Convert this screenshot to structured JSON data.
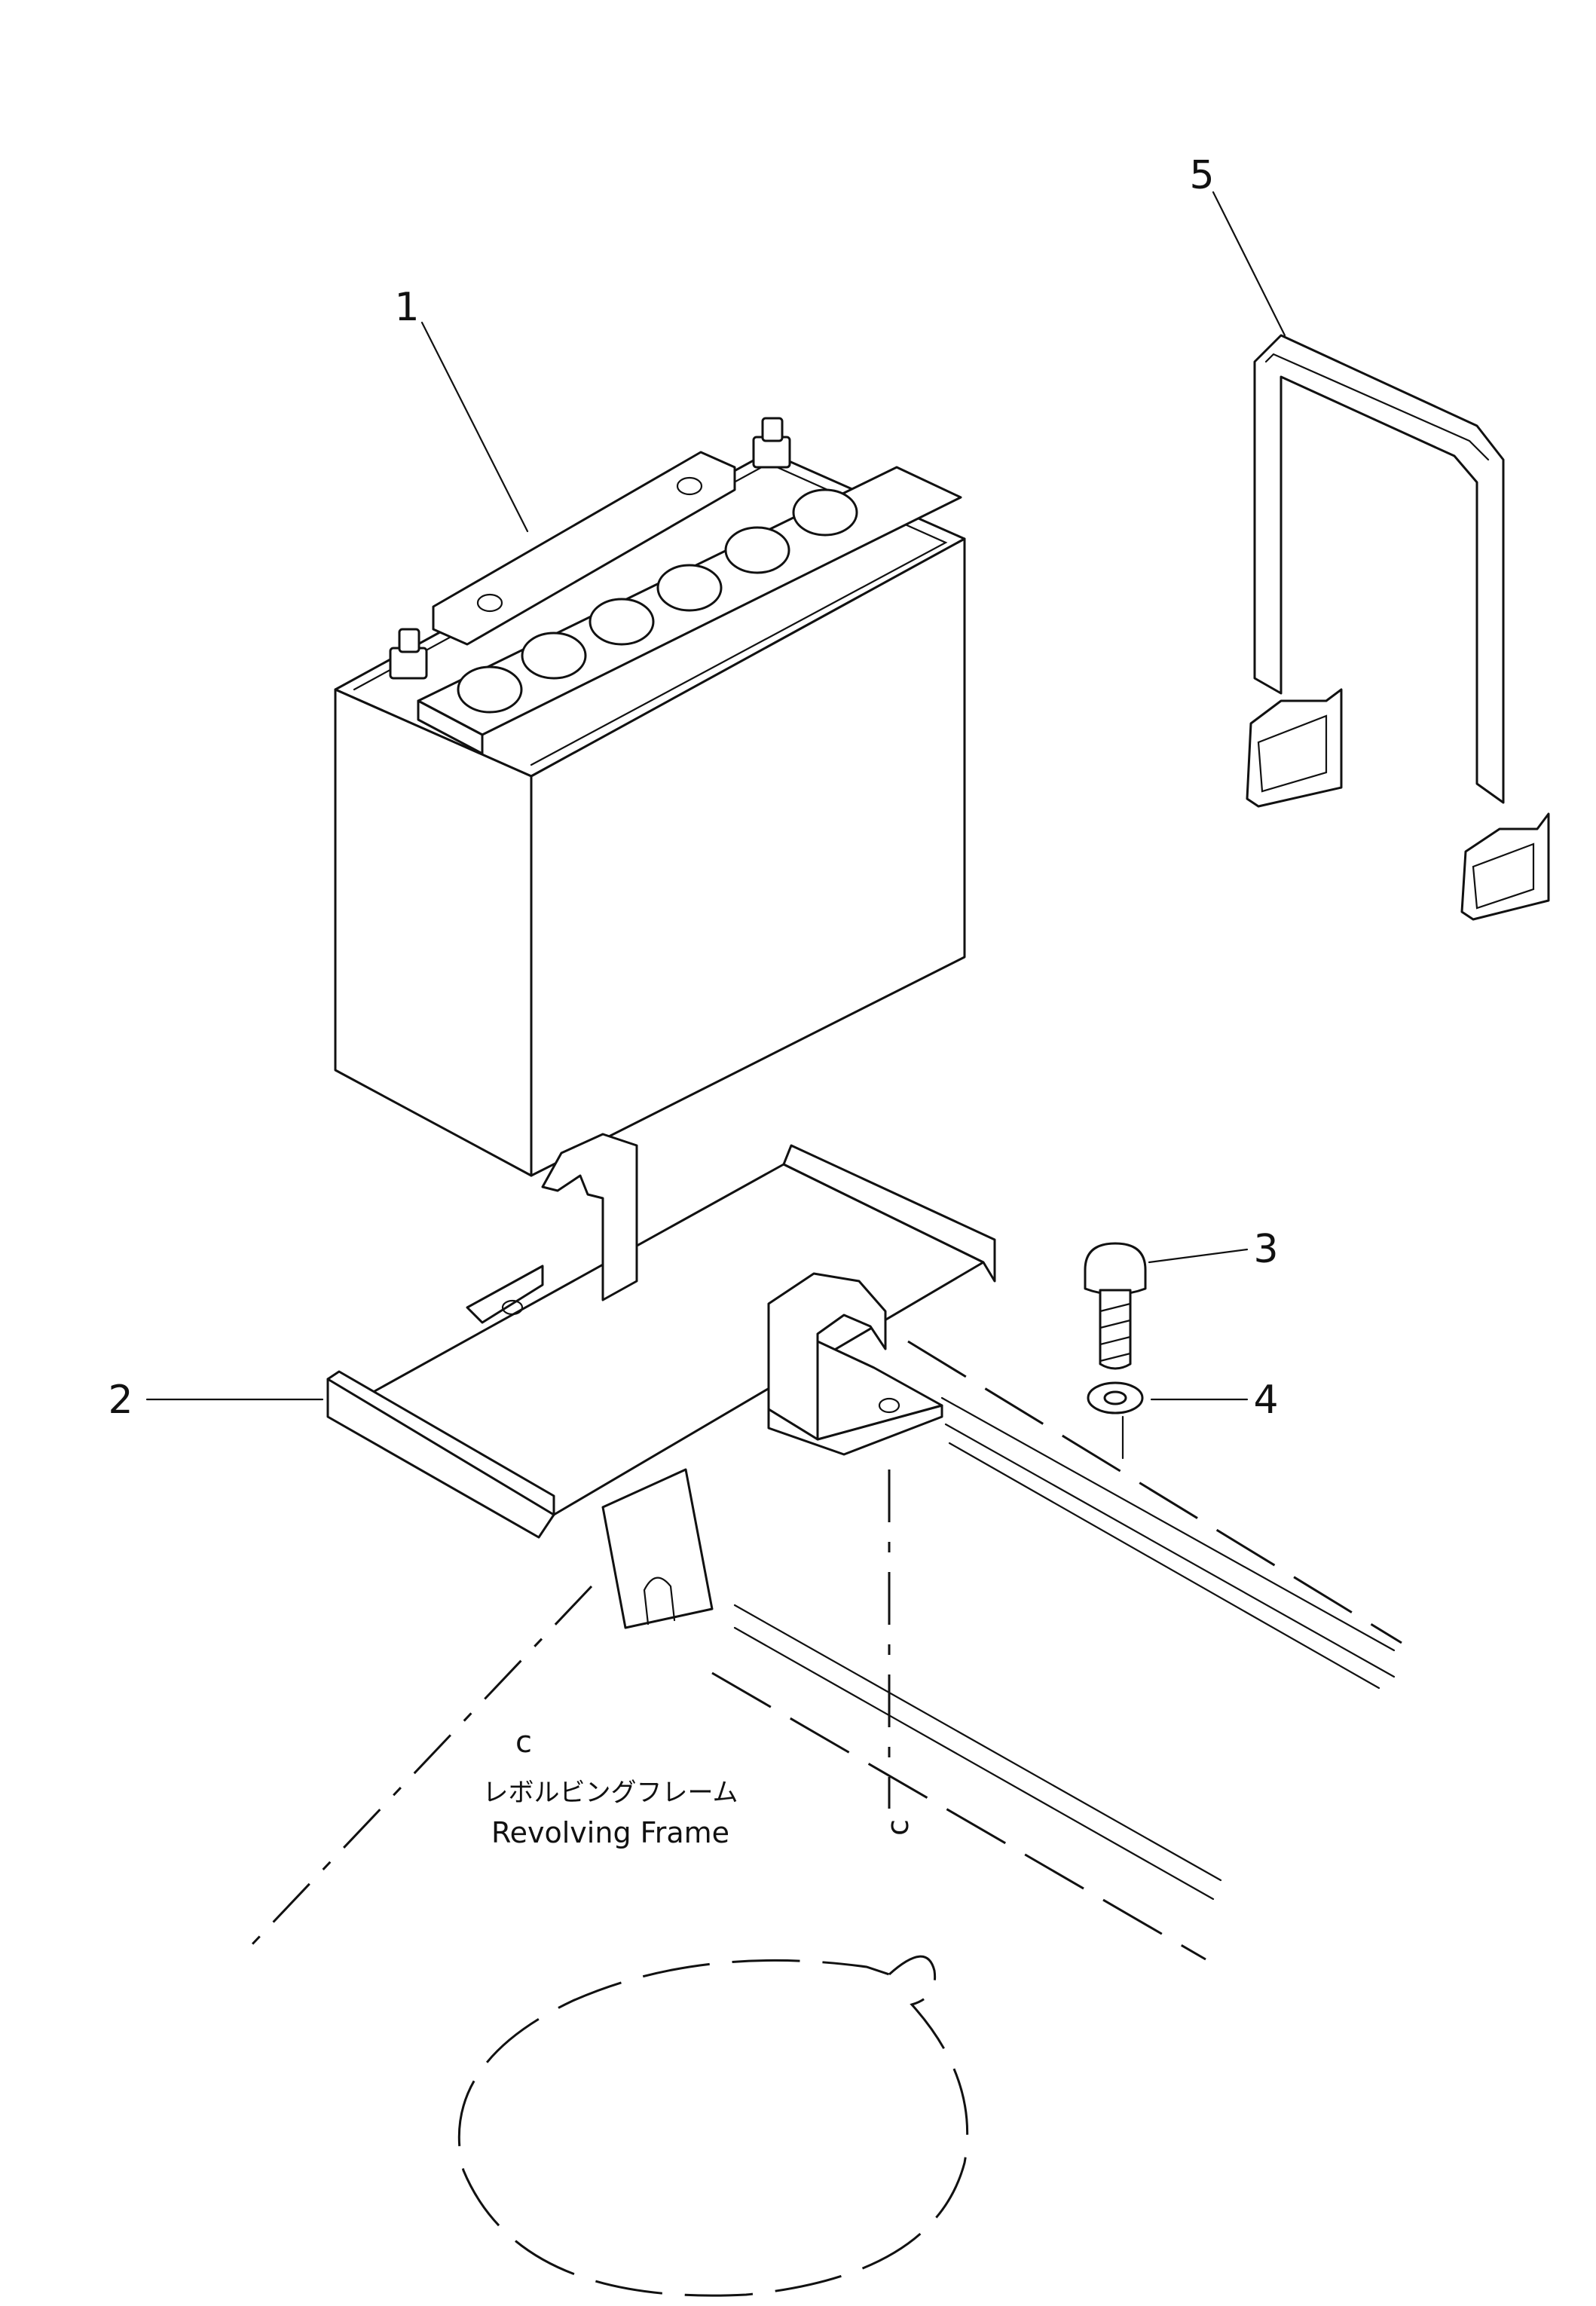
{
  "callouts": [
    "1",
    "2",
    "3",
    "4",
    "5"
  ],
  "frame_label": {
    "mark": "c",
    "japanese": "レボルビングフレーム",
    "english": "Revolving Frame"
  },
  "secondary_mark": "c"
}
